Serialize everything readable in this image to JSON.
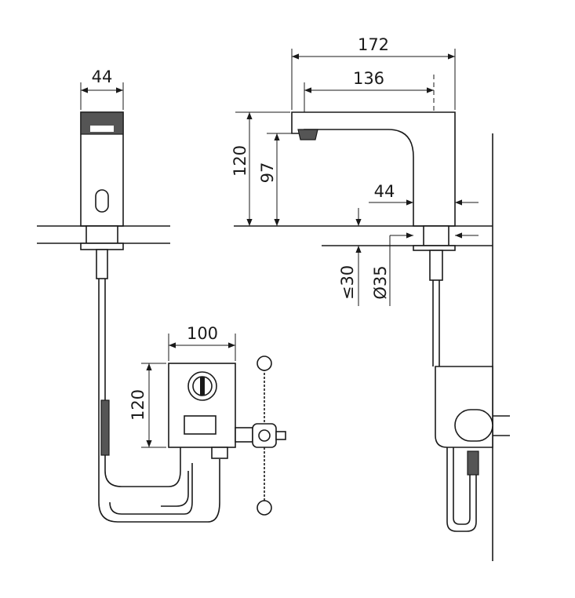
{
  "drawing": {
    "front_view": {
      "width_label": "44"
    },
    "control_box": {
      "width_label": "100",
      "height_label": "120"
    },
    "side_view": {
      "reach_label": "172",
      "spout_reach_label": "136",
      "height_label": "120",
      "outlet_height_label": "97",
      "body_depth_label": "44",
      "deck_thickness_label": "≤30",
      "hole_diameter_label": "Ø35"
    }
  }
}
